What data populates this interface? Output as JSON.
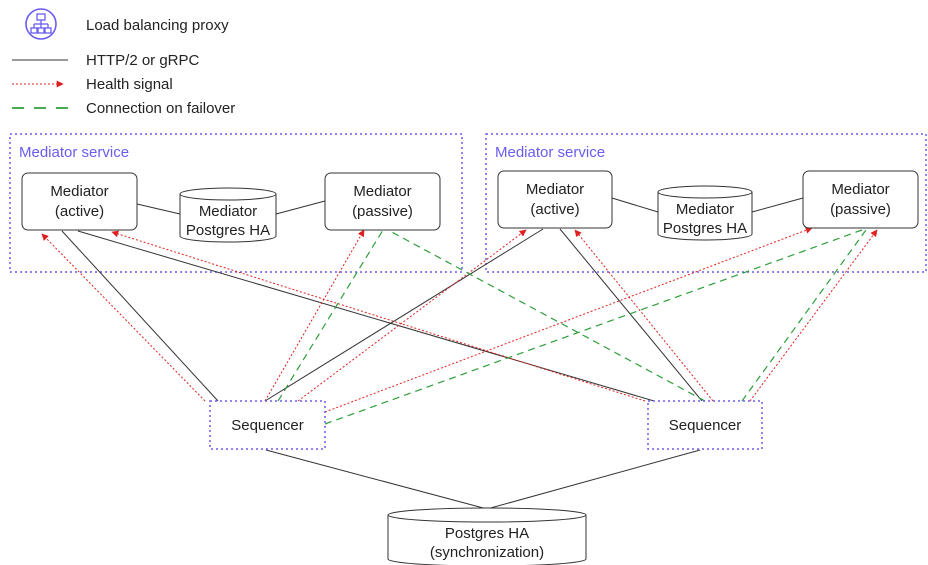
{
  "legend": {
    "proxy": "Load balancing proxy",
    "http": "HTTP/2 or gRPC",
    "health": "Health signal",
    "failover": "Connection on failover"
  },
  "services": [
    {
      "label": "Mediator service",
      "active": [
        "Mediator",
        "(active)"
      ],
      "db": [
        "Mediator",
        "Postgres HA"
      ],
      "passive": [
        "Mediator",
        "(passive)"
      ]
    },
    {
      "label": "Mediator service",
      "active": [
        "Mediator",
        "(active)"
      ],
      "db": [
        "Mediator",
        "Postgres HA"
      ],
      "passive": [
        "Mediator",
        "(passive)"
      ]
    }
  ],
  "sequencers": [
    {
      "label": "Sequencer"
    },
    {
      "label": "Sequencer"
    }
  ],
  "postgres": [
    "Postgres HA",
    "(synchronization)"
  ],
  "colors": {
    "proxy": "#6a5cf0",
    "http": "#333333",
    "health": "#e02020",
    "failover": "#2e9e3a"
  },
  "icons": {
    "proxy": "network-hierarchy-icon"
  }
}
